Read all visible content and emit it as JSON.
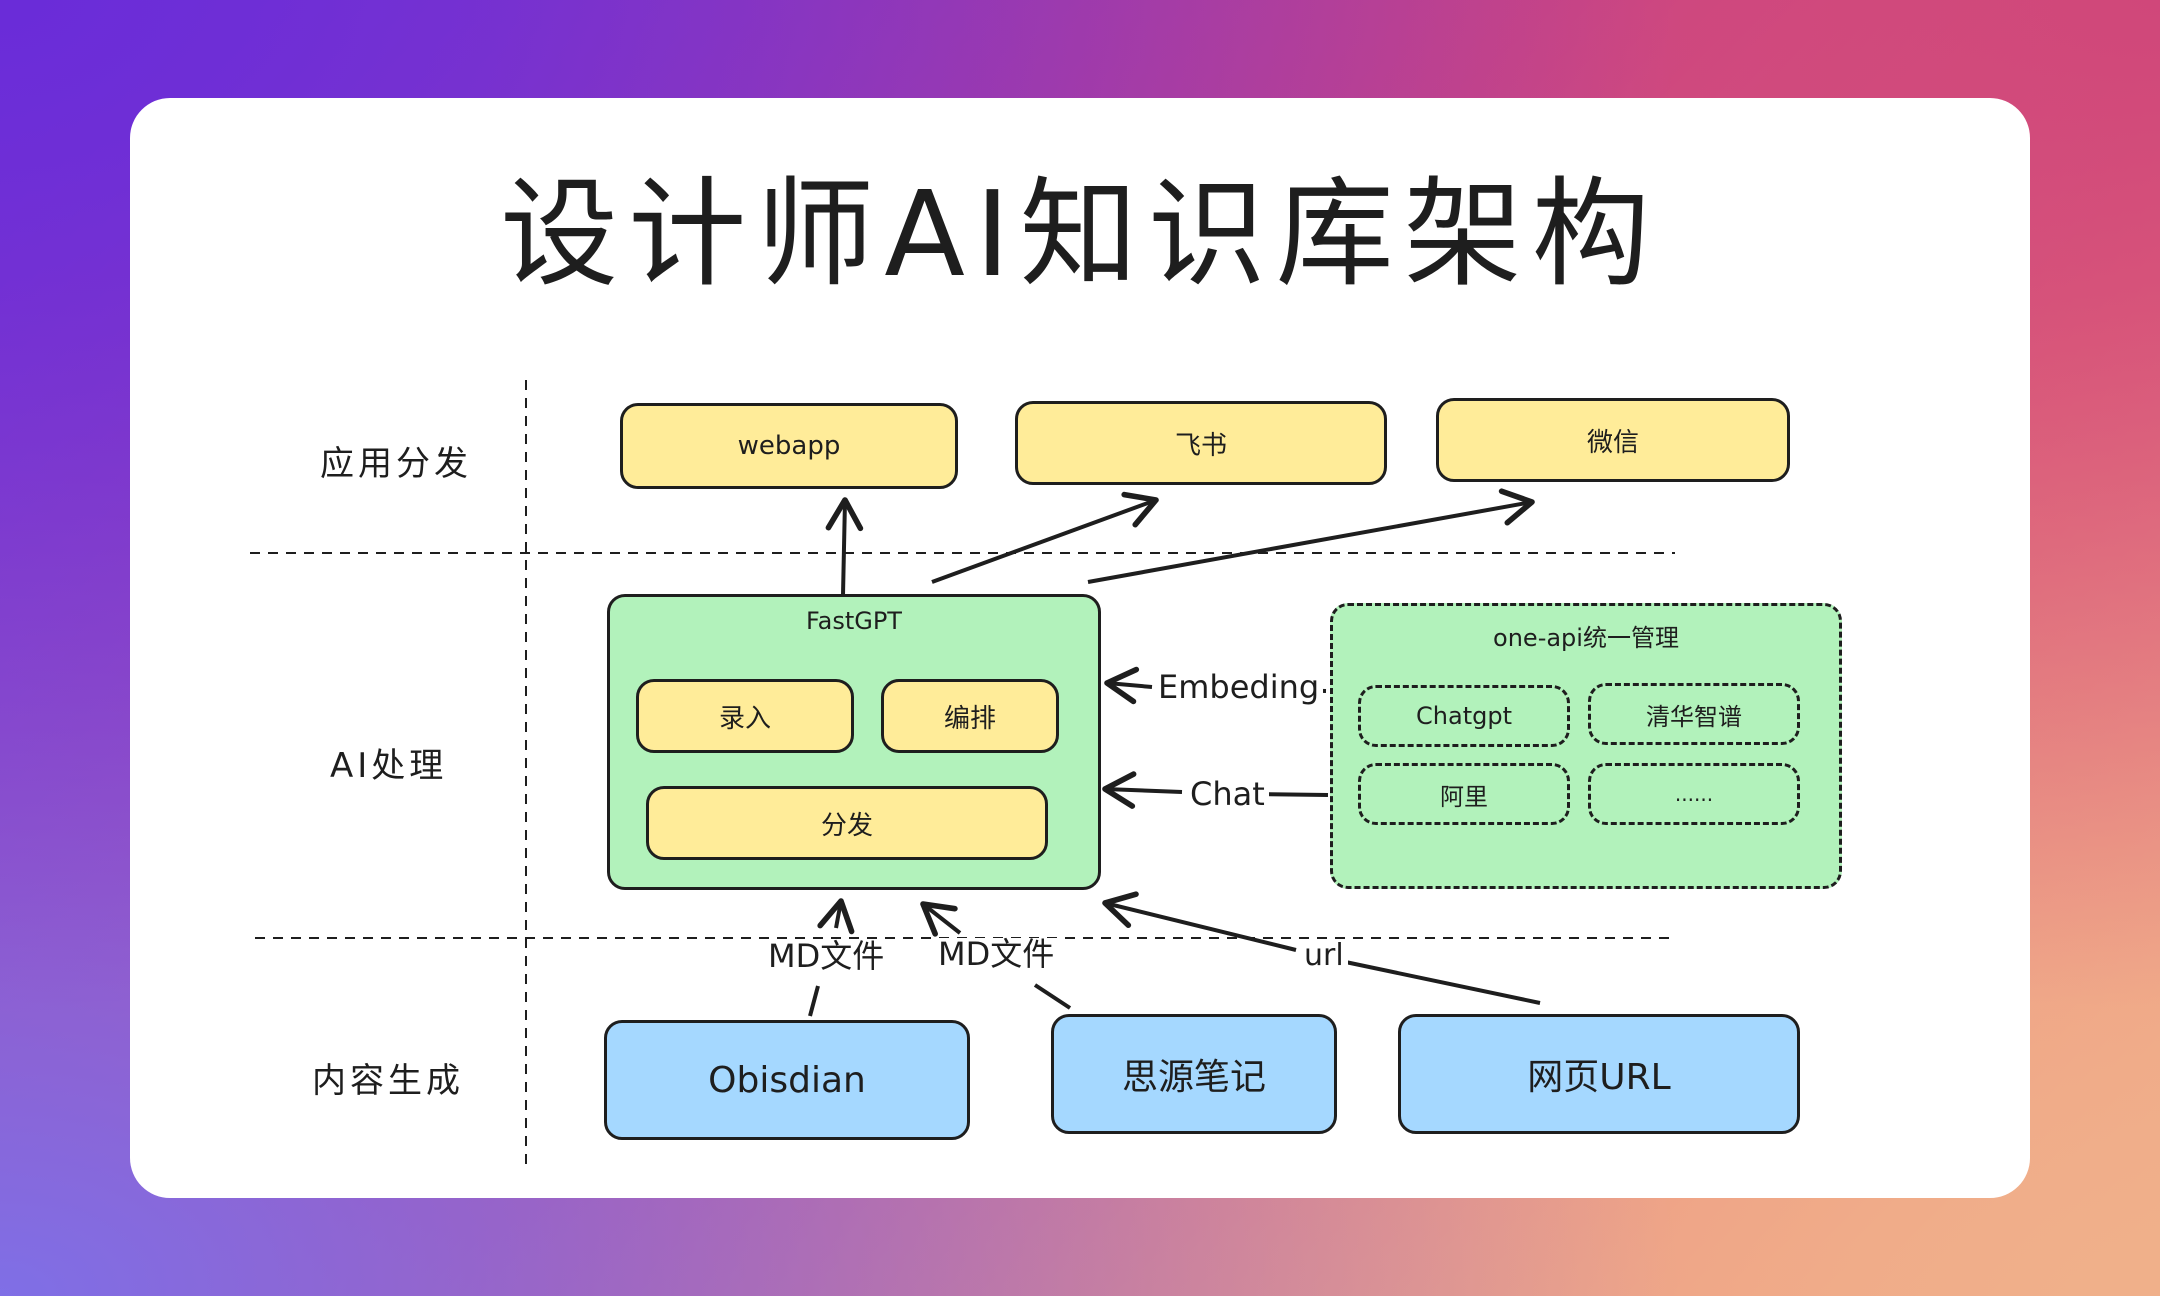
{
  "title": "设计师AI知识库架构",
  "rows": {
    "app": "应用分发",
    "ai": "AI处理",
    "content": "内容生成"
  },
  "apps": {
    "webapp": "webapp",
    "feishu": "飞书",
    "wechat": "微信"
  },
  "fastgpt": {
    "label": "FastGPT",
    "input": "录入",
    "orchestrate": "编排",
    "distribute": "分发"
  },
  "oneapi": {
    "label": "one-api统一管理",
    "chatgpt": "Chatgpt",
    "zhipu": "清华智谱",
    "ali": "阿里",
    "more": "......"
  },
  "edges": {
    "embedding": "Embeding",
    "chat": "Chat",
    "md1": "MD文件",
    "md2": "MD文件",
    "url": "url"
  },
  "sources": {
    "obsidian": "Obisdian",
    "siyuan": "思源笔记",
    "web": "网页URL"
  },
  "colors": {
    "yellow": "#ffec99",
    "green": "#b2f2bb",
    "blue": "#a5d8ff",
    "stroke": "#1e1e1e"
  }
}
